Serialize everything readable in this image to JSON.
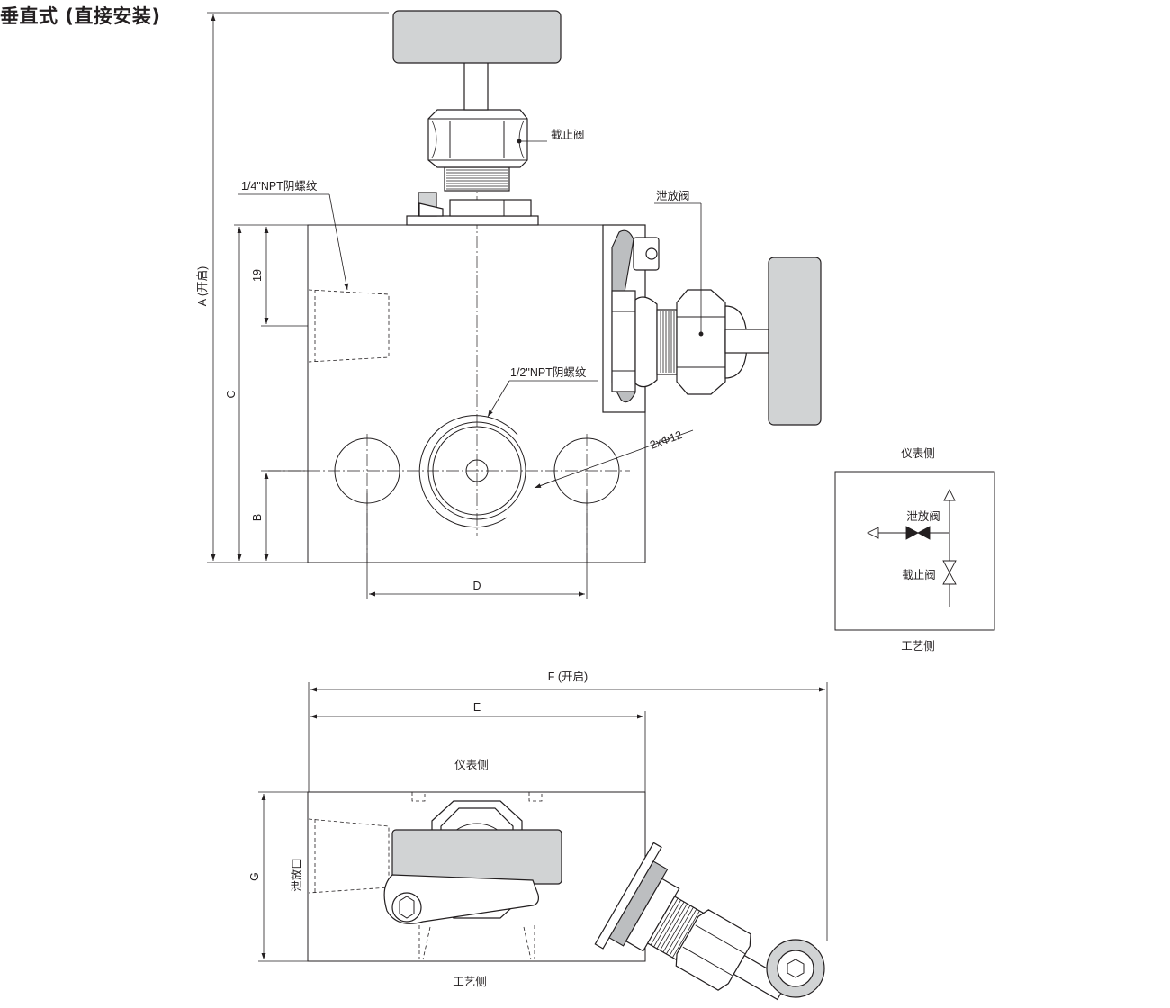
{
  "title": "垂直式 (直接安装)",
  "front_view": {
    "dim_a": "A (开启)",
    "dim_c": "C",
    "dim_19": "19",
    "dim_b": "B",
    "dim_d": "D",
    "label_stop_valve": "截止阀",
    "label_vent_valve": "泄放阀",
    "label_quarter_npt": "1/4\"NPT阴螺纹",
    "label_half_npt": "1/2\"NPT阴螺纹",
    "label_holes": "2xΦ12"
  },
  "schematic": {
    "instrument_side": "仪表侧",
    "vent_valve": "泄放阀",
    "stop_valve": "截止阀",
    "process_side": "工艺侧"
  },
  "top_view": {
    "dim_f": "F (开启)",
    "dim_e": "E",
    "dim_g": "G",
    "instrument_side": "仪表侧",
    "vent_port": "泄放口",
    "process_side": "工艺侧"
  }
}
